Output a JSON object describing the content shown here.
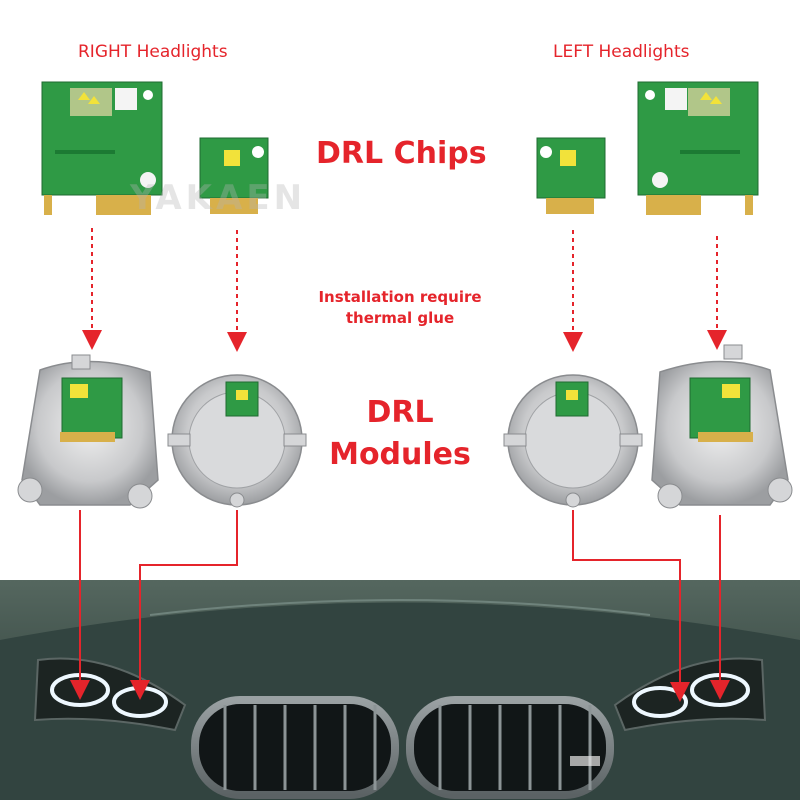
{
  "labels": {
    "right_headlights": "RIGHT Headlights",
    "left_headlights": "LEFT Headlights",
    "drl_chips": "DRL Chips",
    "installation": "Installation require thermal glue",
    "drl_modules": "DRL Modules"
  },
  "watermark": "YAKAEN",
  "colors": {
    "label_red": "#e5242b",
    "arrow_red": "#e5242b",
    "pcb_green": "#2f9a45",
    "module_silver": "#c9cacc",
    "car_body": "#3f5550"
  }
}
